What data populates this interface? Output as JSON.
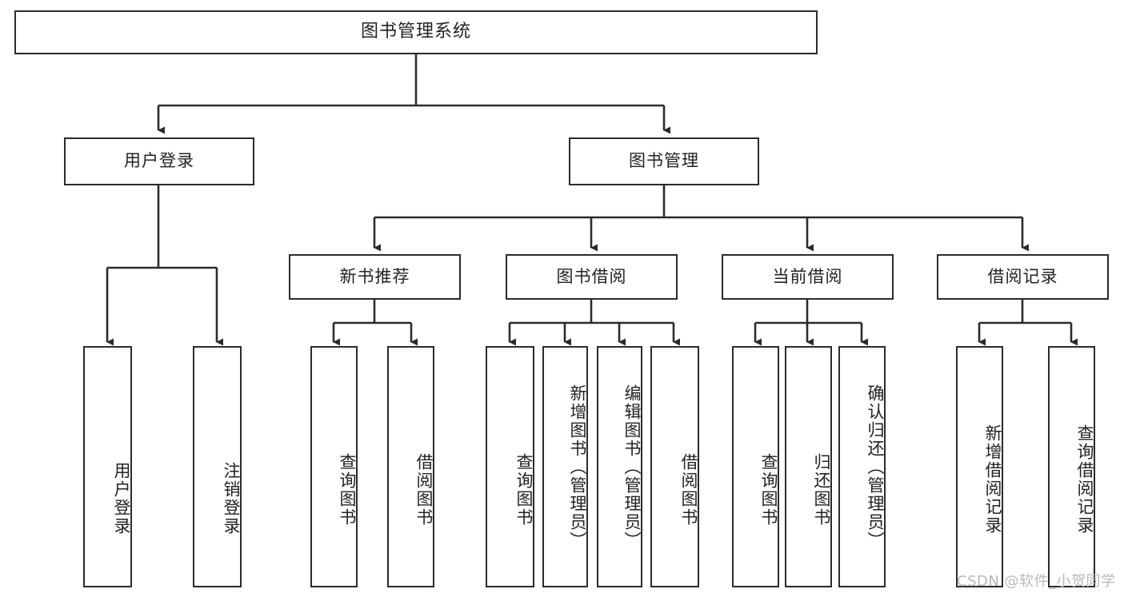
{
  "diagram": {
    "title": "图书管理系统",
    "type": "tree-hierarchy-chart",
    "watermark": "CSDN @软件_小贺同学",
    "colors": {
      "box_border": "#2b2b2b",
      "box_fill": "#ffffff",
      "line": "#2b2b2b",
      "text": "#222222",
      "watermark": "#b9b9b9"
    },
    "nodes": {
      "root": {
        "label": "图书管理系统"
      },
      "level2": [
        {
          "label": "用户登录"
        },
        {
          "label": "图书管理"
        }
      ],
      "level3": [
        {
          "label": "新书推荐"
        },
        {
          "label": "图书借阅"
        },
        {
          "label": "当前借阅"
        },
        {
          "label": "借阅记录"
        }
      ],
      "leaves_user_login": [
        {
          "label": "用户登录"
        },
        {
          "label": "注销登录"
        }
      ],
      "leaves_new_book": [
        {
          "label": "查询图书"
        },
        {
          "label": "借阅图书"
        }
      ],
      "leaves_borrow": [
        {
          "label": "查询图书"
        },
        {
          "label": "新增图书（管理员）"
        },
        {
          "label": "编辑图书（管理员）"
        },
        {
          "label": "借阅图书"
        }
      ],
      "leaves_current": [
        {
          "label": "查询图书"
        },
        {
          "label": "归还图书"
        },
        {
          "label": "确认归还（管理员）"
        }
      ],
      "leaves_records": [
        {
          "label": "新增借阅记录"
        },
        {
          "label": "查询借阅记录"
        }
      ]
    }
  }
}
